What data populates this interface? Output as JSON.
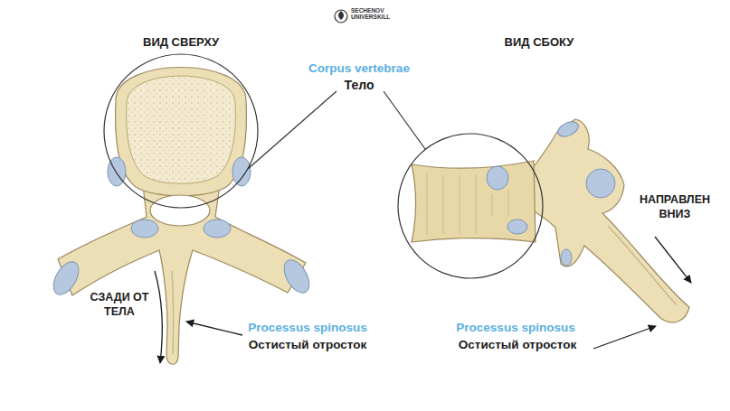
{
  "diagram": {
    "labels": [
      "SECHENOV UNIVERSKILL",
      "ВИД СВЕРХУ",
      "Corpus vertebrae",
      "Тело",
      "ВИД СБОКУ",
      "НАПРАВЛЕН ВНИЗ",
      "СЗАДИ ОТ ТЕЛА",
      "Processus spinosus",
      "Остистый отросток",
      "Processus spinosus",
      "Остистый отросток"
    ]
  }
}
